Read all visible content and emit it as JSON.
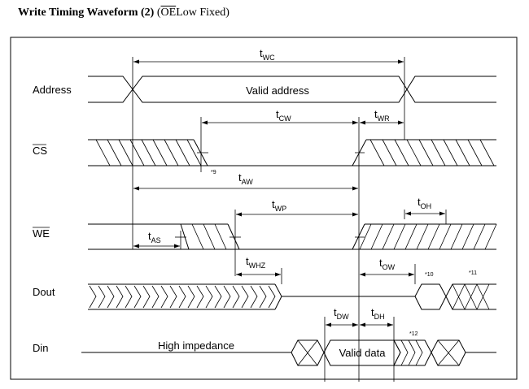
{
  "title": {
    "bold": "Write Timing Waveform (2)",
    "paren_open": "(",
    "overline": "OE",
    "rest": "Low Fixed)"
  },
  "signals": {
    "address": "Address",
    "cs": "CS",
    "we": "WE",
    "dout": "Dout",
    "din": "Din"
  },
  "bus_labels": {
    "valid_address": "Valid address",
    "high_impedance": "High impedance",
    "valid_data": "Valid data"
  },
  "timings": {
    "twc": {
      "main": "t",
      "sub": "WC"
    },
    "tcw": {
      "main": "t",
      "sub": "CW"
    },
    "twr": {
      "main": "t",
      "sub": "WR"
    },
    "taw": {
      "main": "t",
      "sub": "AW"
    },
    "twp": {
      "main": "t",
      "sub": "WP"
    },
    "toh": {
      "main": "t",
      "sub": "OH"
    },
    "tas": {
      "main": "t",
      "sub": "AS"
    },
    "twhz": {
      "main": "t",
      "sub": "WHZ"
    },
    "tow": {
      "main": "t",
      "sub": "OW"
    },
    "tdw": {
      "main": "t",
      "sub": "DW"
    },
    "tdh": {
      "main": "t",
      "sub": "DH"
    }
  },
  "notes": {
    "n9": "*9",
    "n10": "*10",
    "n11": "*11",
    "n12": "*12"
  }
}
